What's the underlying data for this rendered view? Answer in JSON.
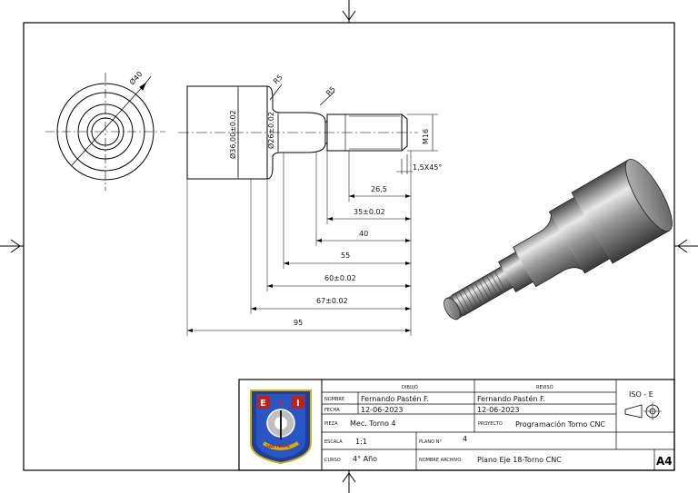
{
  "views": {
    "end_view": {
      "diameter_label": "Ø40"
    },
    "side_view": {
      "radius_left": "R5",
      "radius_right": "R5",
      "dia_body": "Ø36,00±0.02",
      "dia_neck": "Ø26±0.02",
      "thread": "M16",
      "chamfer": "1,5X45°"
    },
    "dimensions": [
      "26,5",
      "35±0.02",
      "40",
      "55",
      "60±0.02",
      "67±0.02",
      "95"
    ]
  },
  "title_block": {
    "col_dibujo": "DIBUJÓ",
    "col_reviso": "REVISÓ",
    "lbl_nombre": "NOMBRE",
    "lbl_fecha": "FECHA",
    "lbl_pieza": "PIEZA",
    "lbl_proyecto": "PROYECTO",
    "lbl_escala": "ESCALA",
    "lbl_plano": "PLANO N°",
    "lbl_curso": "CURSO",
    "lbl_archivo": "NOMBRE ARCHIVO:",
    "drawn_by": "Fernando Pastén F.",
    "drawn_date": "12-06-2023",
    "reviewed_by": "Fernando Pastén F.",
    "reviewed_date": "12-06-2023",
    "piece": "Mec. Torno 4",
    "project": "Programación Torno CNC",
    "scale": "1:1",
    "sheet_no": "4",
    "course": "4° Año",
    "file_name": "Plano Eje 18-Torno CNC",
    "standard": "ISO - E",
    "sheet_size": "A4"
  },
  "logo": {
    "letters": [
      "E",
      "I"
    ],
    "motto": "SAN FELIPE"
  }
}
